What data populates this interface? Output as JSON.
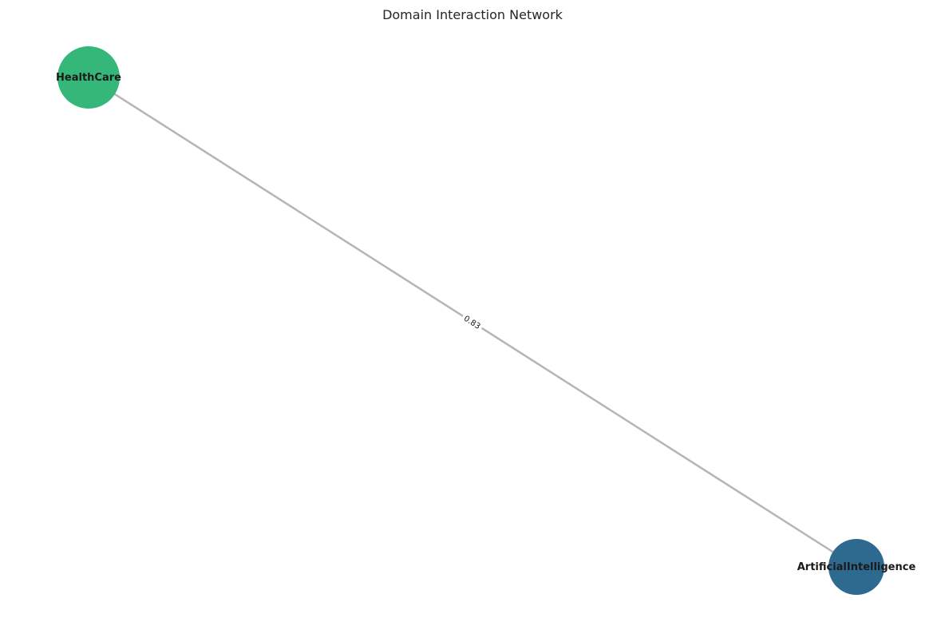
{
  "title": "Domain Interaction Network",
  "graph": {
    "nodes": [
      {
        "id": "HealthCare",
        "label": "HealthCare",
        "color": "#35b779"
      },
      {
        "id": "ArtificialIntelligence",
        "label": "ArtificialIntelligence",
        "color": "#2e6a8f"
      }
    ],
    "edges": [
      {
        "source": "HealthCare",
        "target": "ArtificialIntelligence",
        "weight": "0.83",
        "color": "#b5b5b5"
      }
    ]
  }
}
